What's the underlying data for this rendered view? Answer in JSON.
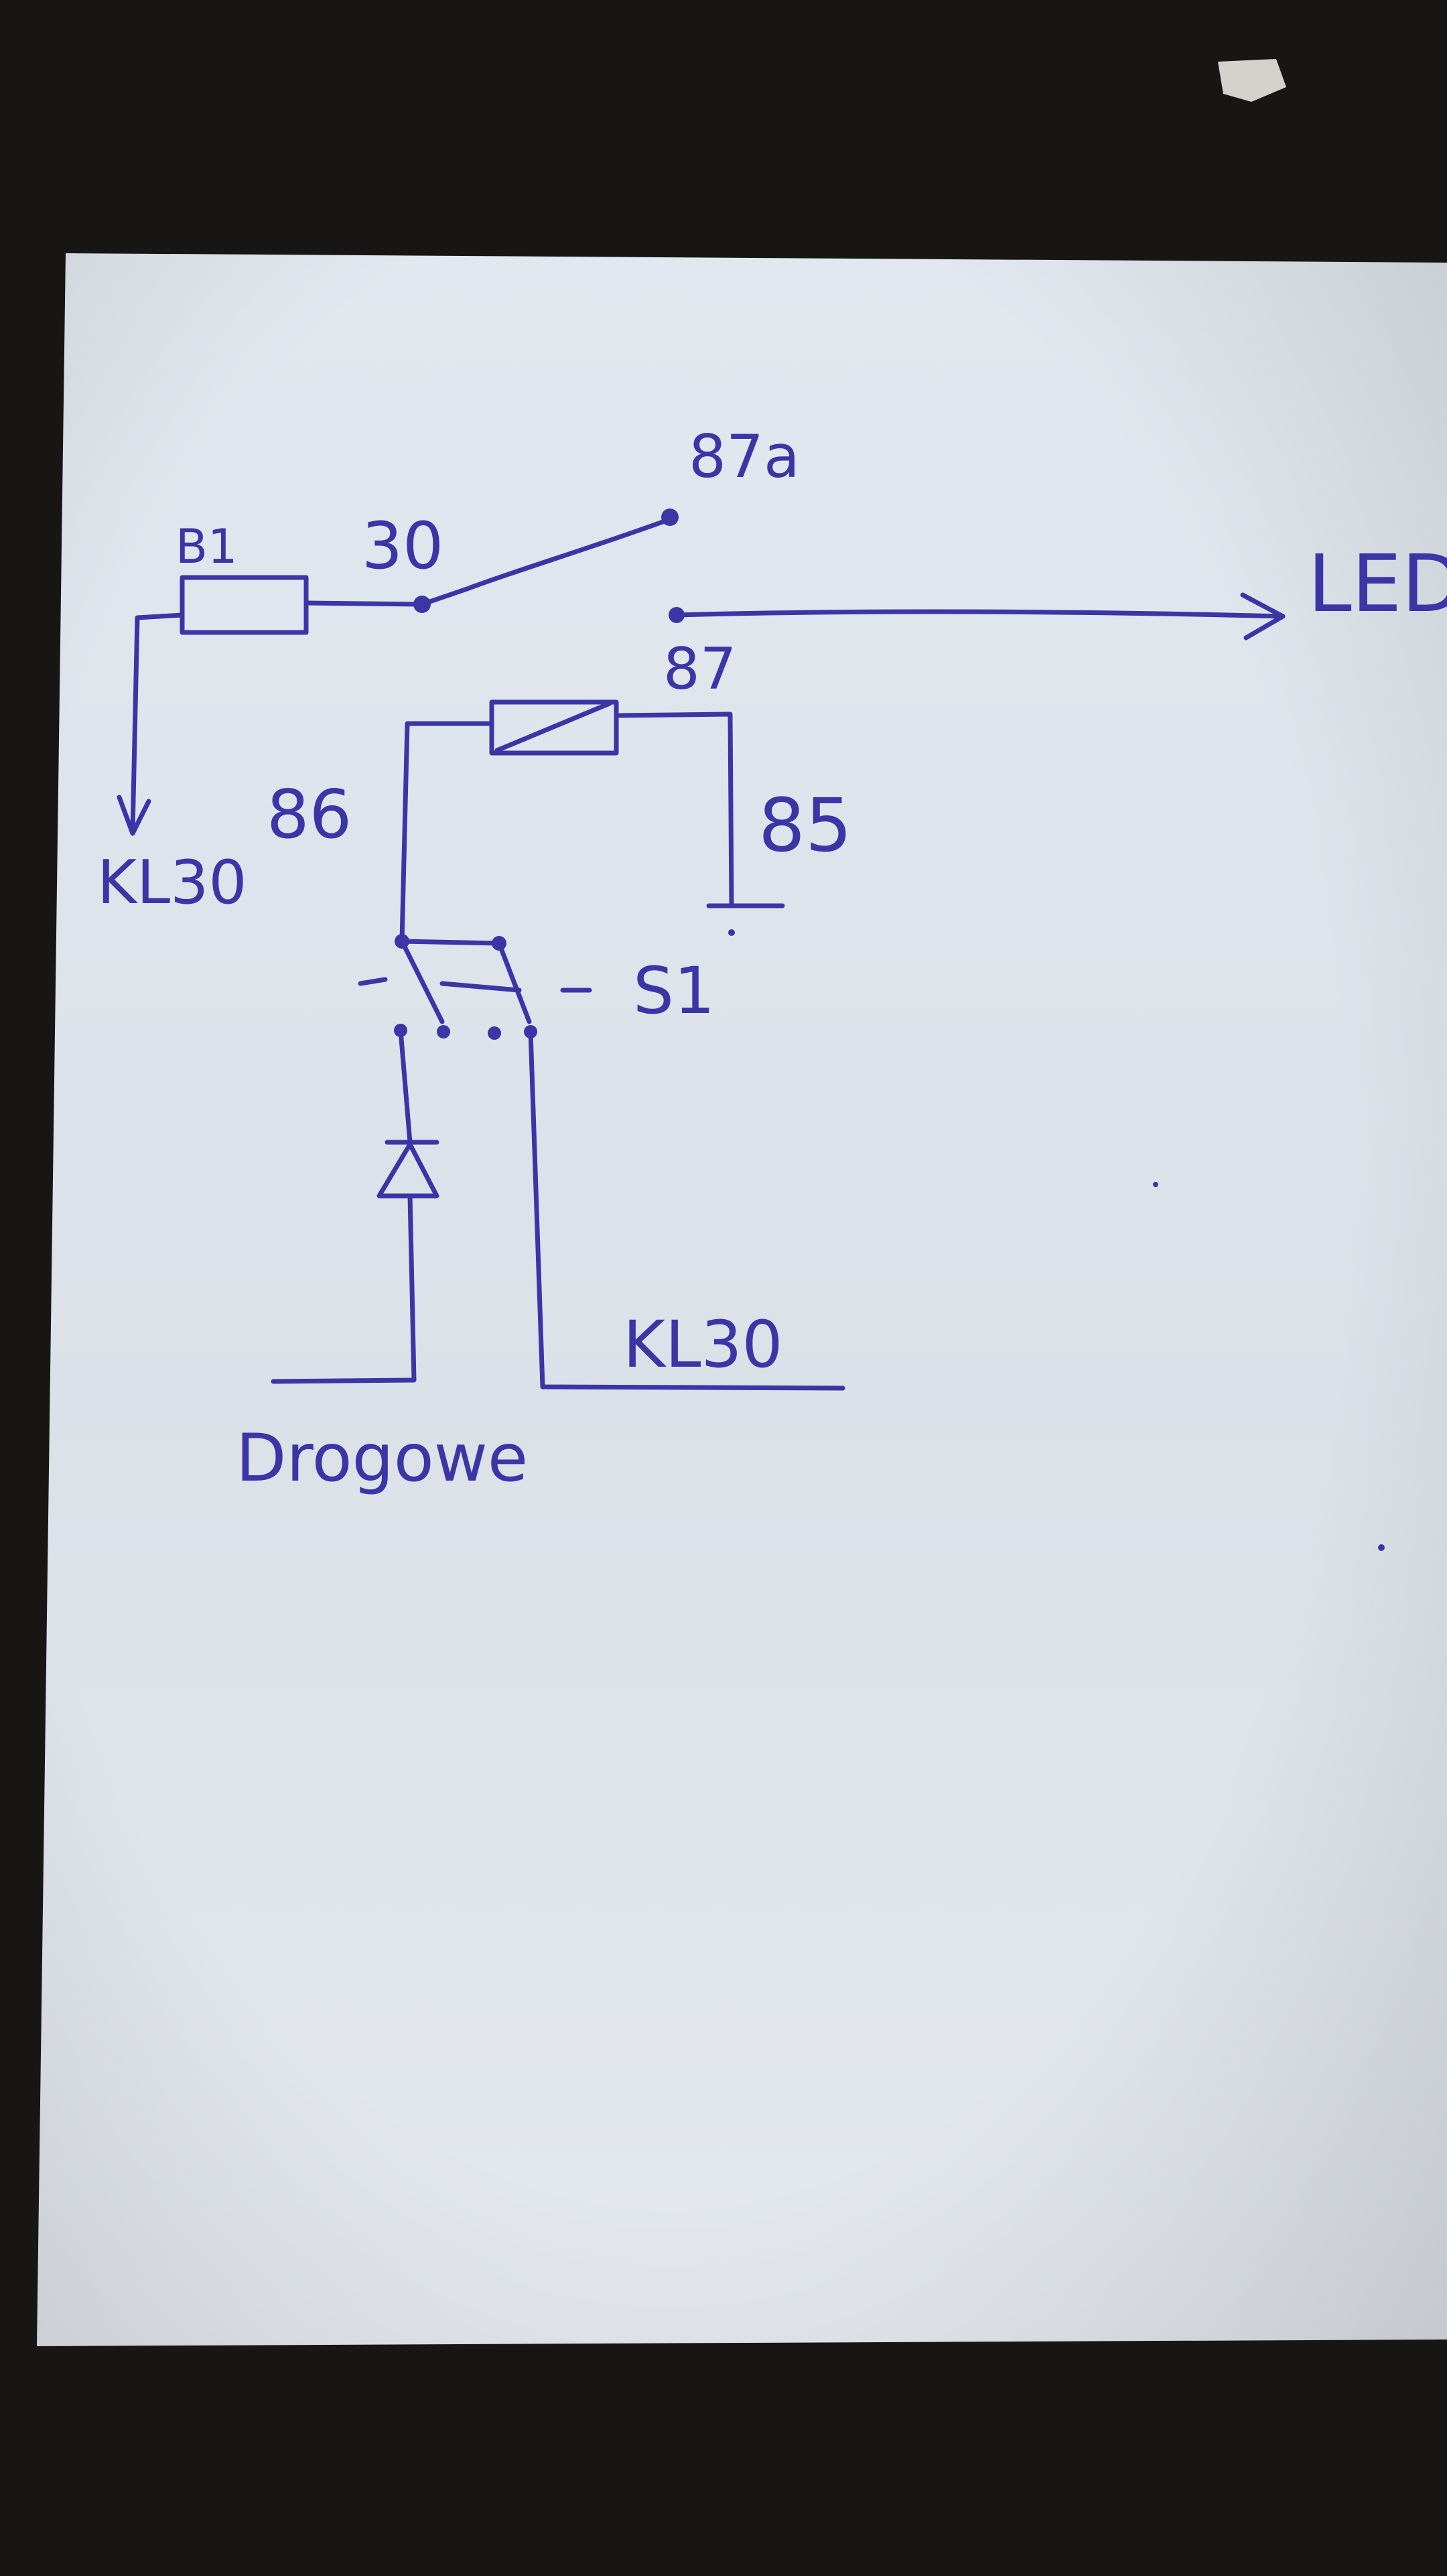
{
  "photo": {
    "description_colors": {
      "background": "#171614",
      "paper": "#dde3ea",
      "ink": "#3b35a6"
    }
  },
  "schematic": {
    "resistor_label": "B1",
    "relay_pin_30": "30",
    "relay_pin_87a": "87a",
    "relay_pin_87": "87",
    "relay_pin_86": "86",
    "relay_pin_85": "85",
    "output_label": "LED",
    "left_terminal_label": "KL30",
    "switch_label": "S1",
    "bottom_supply_label": "KL30",
    "bottom_signal_label": "Drogowe"
  }
}
